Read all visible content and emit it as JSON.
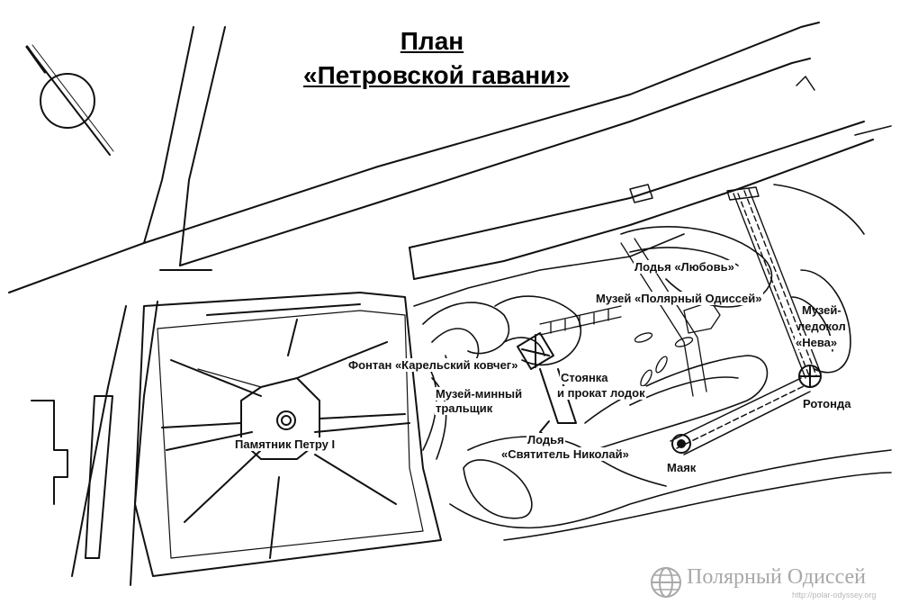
{
  "title": {
    "line1": "План",
    "line2": "«Петровской гавани»"
  },
  "labels": {
    "lodya_lyubov": "Лодья «Любовь»",
    "museum_odyssey": "Музей «Полярный Одиссей»",
    "museum_icebreaker_1": "Музей-",
    "museum_icebreaker_2": "ледокол",
    "museum_icebreaker_3": "«Нева»",
    "fountain": "Фонтан «Карельский ковчег»",
    "boat_rental_1": "Стоянка",
    "boat_rental_2": "и прокат лодок",
    "minesweeper_1": "Музей-минный",
    "minesweeper_2": "тральщик",
    "rotunda": "Ротонда",
    "peter_monument": "Памятник Петру I",
    "lodya_nikolai_1": "Лодья",
    "lodya_nikolai_2": "«Святитель Николай»",
    "lighthouse": "Маяк"
  },
  "watermark": {
    "text": "Полярный Одиссей",
    "url": "http://polar-odyssey.org"
  },
  "icons": {
    "compass": "compass-icon",
    "monument": "monument-marker-icon",
    "rotunda": "rotunda-marker-icon",
    "lighthouse": "lighthouse-marker-icon",
    "logo": "globe-logo-icon"
  },
  "colors": {
    "ink": "#111111",
    "paper": "#ffffff",
    "watermark": "#a8a8a8"
  }
}
